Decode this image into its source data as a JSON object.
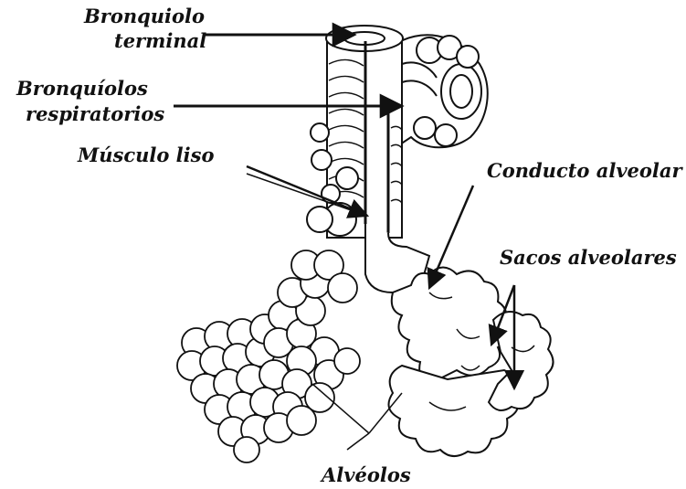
{
  "labels": {
    "terminal_line1": "Bronquiolo",
    "terminal_line2": "terminal",
    "respiratory_line1": "Bronquíolos",
    "respiratory_line2": "respiratorios",
    "smooth_muscle": "Músculo liso",
    "alveolar_duct": "Conducto alveolar",
    "alveolar_sacs": "Sacos alveolares",
    "alveoli": "Alvéolos"
  },
  "style": {
    "ink": "#111111",
    "background": "#ffffff"
  }
}
